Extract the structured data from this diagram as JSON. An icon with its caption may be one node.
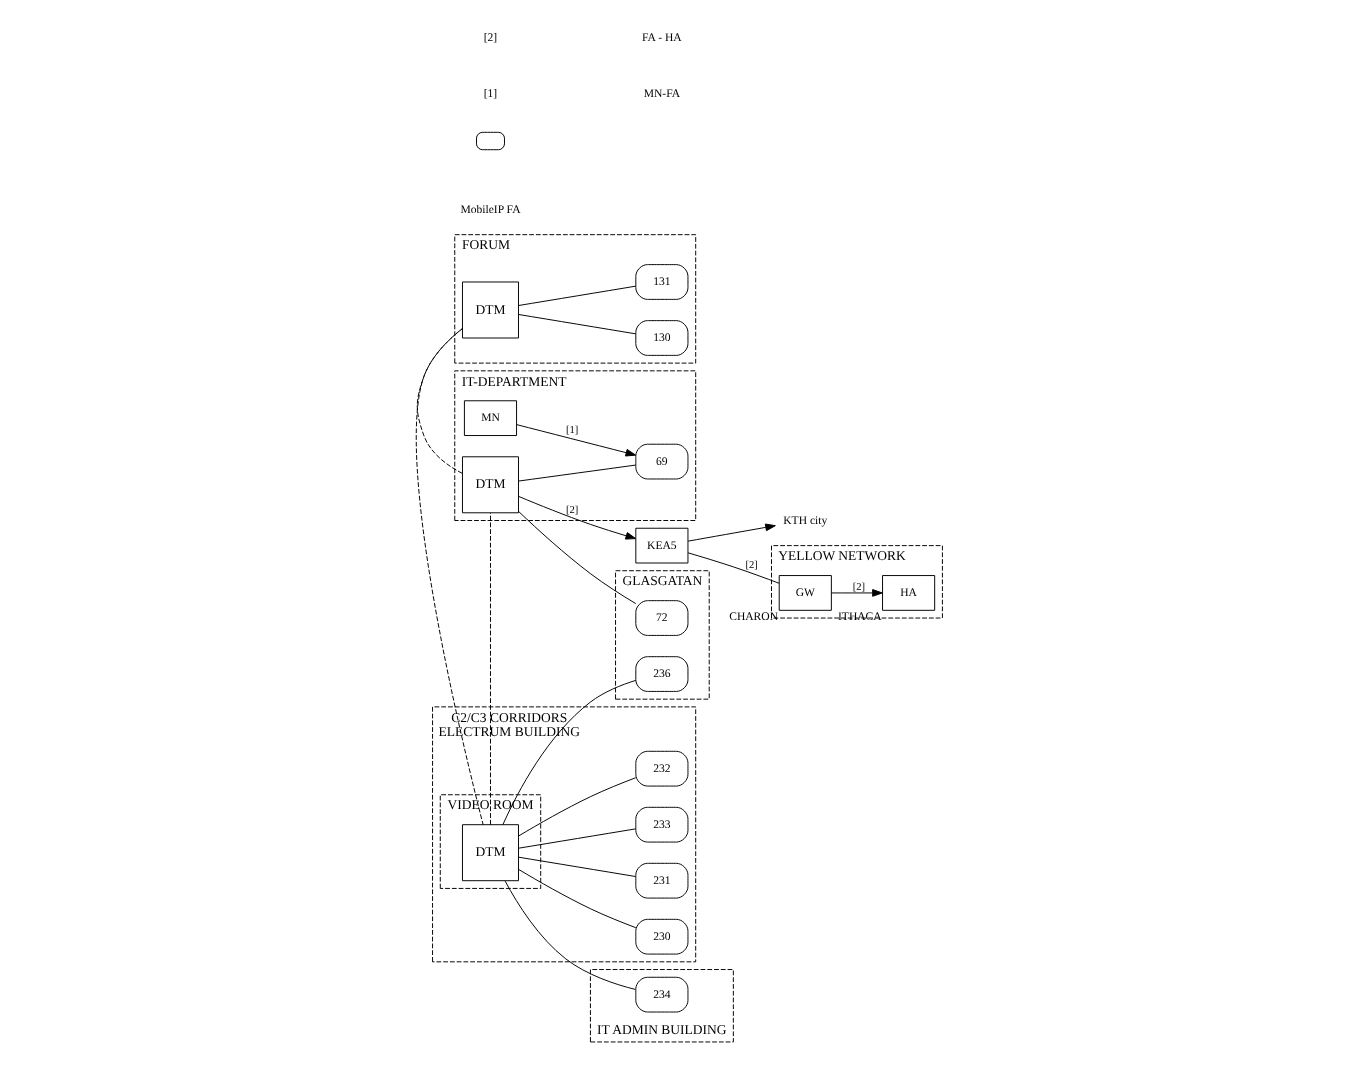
{
  "diagram": {
    "nodes": [
      {
        "text": [
          "IT-DEPARTMENT"
        ]
      },
      {
        "text": [
          "DTM"
        ],
        "in": 0
      },
      {
        "text": [
          "69"
        ],
        "in": 0
      },
      {
        "text": [
          "MN"
        ],
        "in": 0
      },
      {
        "text": [
          "FORUM"
        ]
      },
      {
        "text": [
          "DTM"
        ],
        "in": 4
      },
      {
        "text": [
          "130"
        ],
        "in": 4
      },
      {
        "text": [
          "131"
        ],
        "in": 4
      },
      {
        "text": [
          "GLASGATAN"
        ]
      },
      {
        "text": [
          "72"
        ],
        "in": 8
      },
      {
        "text": [
          "236"
        ],
        "in": 8
      },
      {
        "text": [
          "IT ADMIN BUILDING"
        ]
      },
      {
        "text": [
          "234"
        ],
        "in": 11
      },
      {
        "text": [
          "C2/C3 CORRIDORS",
          "ELECTRUM BUILDING"
        ]
      },
      {
        "text": [
          "VIDEO ROOM"
        ],
        "in": 13
      },
      {
        "text": [
          "DTM"
        ],
        "in": 14
      },
      {
        "text": [
          "230"
        ],
        "in": 13
      },
      {
        "text": [
          "231"
        ],
        "in": 13
      },
      {
        "text": [
          "233"
        ],
        "in": 13
      },
      {
        "text": [
          "232"
        ],
        "in": 13
      },
      {
        "text": [
          "KEA5"
        ]
      },
      {
        "text": [
          "KTH city"
        ]
      },
      {
        "text": [
          "YELLOW NETWORK"
        ]
      },
      {
        "text": [
          "GW"
        ],
        "in": 22,
        "beside": [
          "CHARON"
        ]
      },
      {
        "text": [
          "HA"
        ],
        "in": 22,
        "beside": [
          "ITHACA"
        ]
      }
    ],
    "edges": [
      {
        "from": 1,
        "to": 2,
        "arrow": "none"
      },
      {
        "from": 3,
        "to": 2,
        "arrow": "to",
        "label": "[1]"
      },
      {
        "from": 1,
        "to": 9,
        "arrow": "none"
      },
      {
        "from": 1,
        "to": 20,
        "arrow": "to",
        "label": "[2]"
      },
      {
        "from": 20,
        "to": 21,
        "arrow": "to"
      },
      {
        "from": 20,
        "to": 23,
        "arrow": "none",
        "label": "[2]"
      },
      {
        "from": 23,
        "to": 24,
        "arrow": "to",
        "label": "[2]"
      },
      {
        "from": 5,
        "to": 6,
        "arrow": "none"
      },
      {
        "from": 5,
        "to": 7,
        "arrow": "none"
      },
      {
        "from": 15,
        "to": 16,
        "arrow": "none"
      },
      {
        "from": 15,
        "to": 17,
        "arrow": "none"
      },
      {
        "from": 15,
        "to": 19,
        "arrow": "none"
      },
      {
        "from": 15,
        "to": 18,
        "arrow": "none"
      },
      {
        "from": 15,
        "to": 10,
        "arrow": "none"
      },
      {
        "from": 15,
        "to": 12,
        "arrow": "none"
      },
      {
        "from": 1,
        "to": 5,
        "arrow": "none",
        "style": "dashed"
      },
      {
        "from": 5,
        "to": 15,
        "arrow": "none",
        "style": "dashed"
      },
      {
        "from": 15,
        "to": 1,
        "arrow": "none",
        "style": "dashed"
      }
    ],
    "labels": [
      "[1]",
      "MN-FA",
      "[2]",
      "FA - HA"
    ],
    "legend": [
      {
        "text": "MobileIP FA"
      }
    ]
  }
}
